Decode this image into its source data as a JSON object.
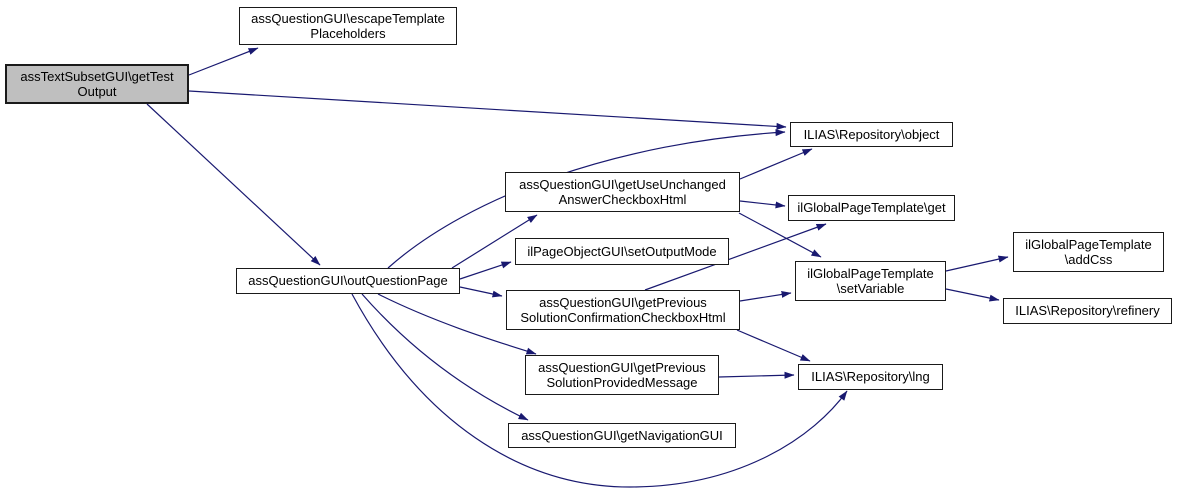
{
  "graph": {
    "type": "call-graph",
    "colors": {
      "edge": "#191970",
      "node_border": "#1a1a1a",
      "node_fill": "#ffffff",
      "highlight_fill": "#bfbfbf",
      "text": "#000000",
      "background": "#ffffff"
    },
    "nodes": [
      {
        "id": "getTestOutput",
        "label": "assTextSubsetGUI\\getTest\nOutput",
        "highlighted": true
      },
      {
        "id": "escapeTemplatePlaceholders",
        "label": "assQuestionGUI\\escapeTemplate\nPlaceholders",
        "highlighted": false
      },
      {
        "id": "repositoryObject",
        "label": "ILIAS\\Repository\\object",
        "highlighted": false
      },
      {
        "id": "getUseUnchangedAnswerCheckboxHtml",
        "label": "assQuestionGUI\\getUseUnchanged\nAnswerCheckboxHtml",
        "highlighted": false
      },
      {
        "id": "globalPageTemplateGet",
        "label": "ilGlobalPageTemplate\\get",
        "highlighted": false
      },
      {
        "id": "setOutputMode",
        "label": "ilPageObjectGUI\\setOutputMode",
        "highlighted": false
      },
      {
        "id": "outQuestionPage",
        "label": "assQuestionGUI\\outQuestionPage",
        "highlighted": false
      },
      {
        "id": "setVariable",
        "label": "ilGlobalPageTemplate\n\\setVariable",
        "highlighted": false
      },
      {
        "id": "getPreviousSolutionConfirmationCheckboxHtml",
        "label": "assQuestionGUI\\getPrevious\nSolutionConfirmationCheckboxHtml",
        "highlighted": false
      },
      {
        "id": "addCss",
        "label": "ilGlobalPageTemplate\n\\addCss",
        "highlighted": false
      },
      {
        "id": "repositoryRefinery",
        "label": "ILIAS\\Repository\\refinery",
        "highlighted": false
      },
      {
        "id": "getPreviousSolutionProvidedMessage",
        "label": "assQuestionGUI\\getPrevious\nSolutionProvidedMessage",
        "highlighted": false
      },
      {
        "id": "repositoryLng",
        "label": "ILIAS\\Repository\\lng",
        "highlighted": false
      },
      {
        "id": "getNavigationGUI",
        "label": "assQuestionGUI\\getNavigationGUI",
        "highlighted": false
      }
    ],
    "edges": [
      {
        "from": "getTestOutput",
        "to": "escapeTemplatePlaceholders"
      },
      {
        "from": "getTestOutput",
        "to": "repositoryObject"
      },
      {
        "from": "getTestOutput",
        "to": "outQuestionPage"
      },
      {
        "from": "outQuestionPage",
        "to": "repositoryObject"
      },
      {
        "from": "outQuestionPage",
        "to": "getUseUnchangedAnswerCheckboxHtml"
      },
      {
        "from": "outQuestionPage",
        "to": "setOutputMode"
      },
      {
        "from": "outQuestionPage",
        "to": "getPreviousSolutionConfirmationCheckboxHtml"
      },
      {
        "from": "outQuestionPage",
        "to": "getPreviousSolutionProvidedMessage"
      },
      {
        "from": "outQuestionPage",
        "to": "getNavigationGUI"
      },
      {
        "from": "outQuestionPage",
        "to": "repositoryLng"
      },
      {
        "from": "getUseUnchangedAnswerCheckboxHtml",
        "to": "repositoryObject"
      },
      {
        "from": "getUseUnchangedAnswerCheckboxHtml",
        "to": "globalPageTemplateGet"
      },
      {
        "from": "getUseUnchangedAnswerCheckboxHtml",
        "to": "setVariable"
      },
      {
        "from": "getPreviousSolutionConfirmationCheckboxHtml",
        "to": "globalPageTemplateGet"
      },
      {
        "from": "getPreviousSolutionConfirmationCheckboxHtml",
        "to": "setVariable"
      },
      {
        "from": "getPreviousSolutionConfirmationCheckboxHtml",
        "to": "repositoryLng"
      },
      {
        "from": "getPreviousSolutionProvidedMessage",
        "to": "repositoryLng"
      },
      {
        "from": "setVariable",
        "to": "addCss"
      },
      {
        "from": "setVariable",
        "to": "repositoryRefinery"
      }
    ]
  }
}
